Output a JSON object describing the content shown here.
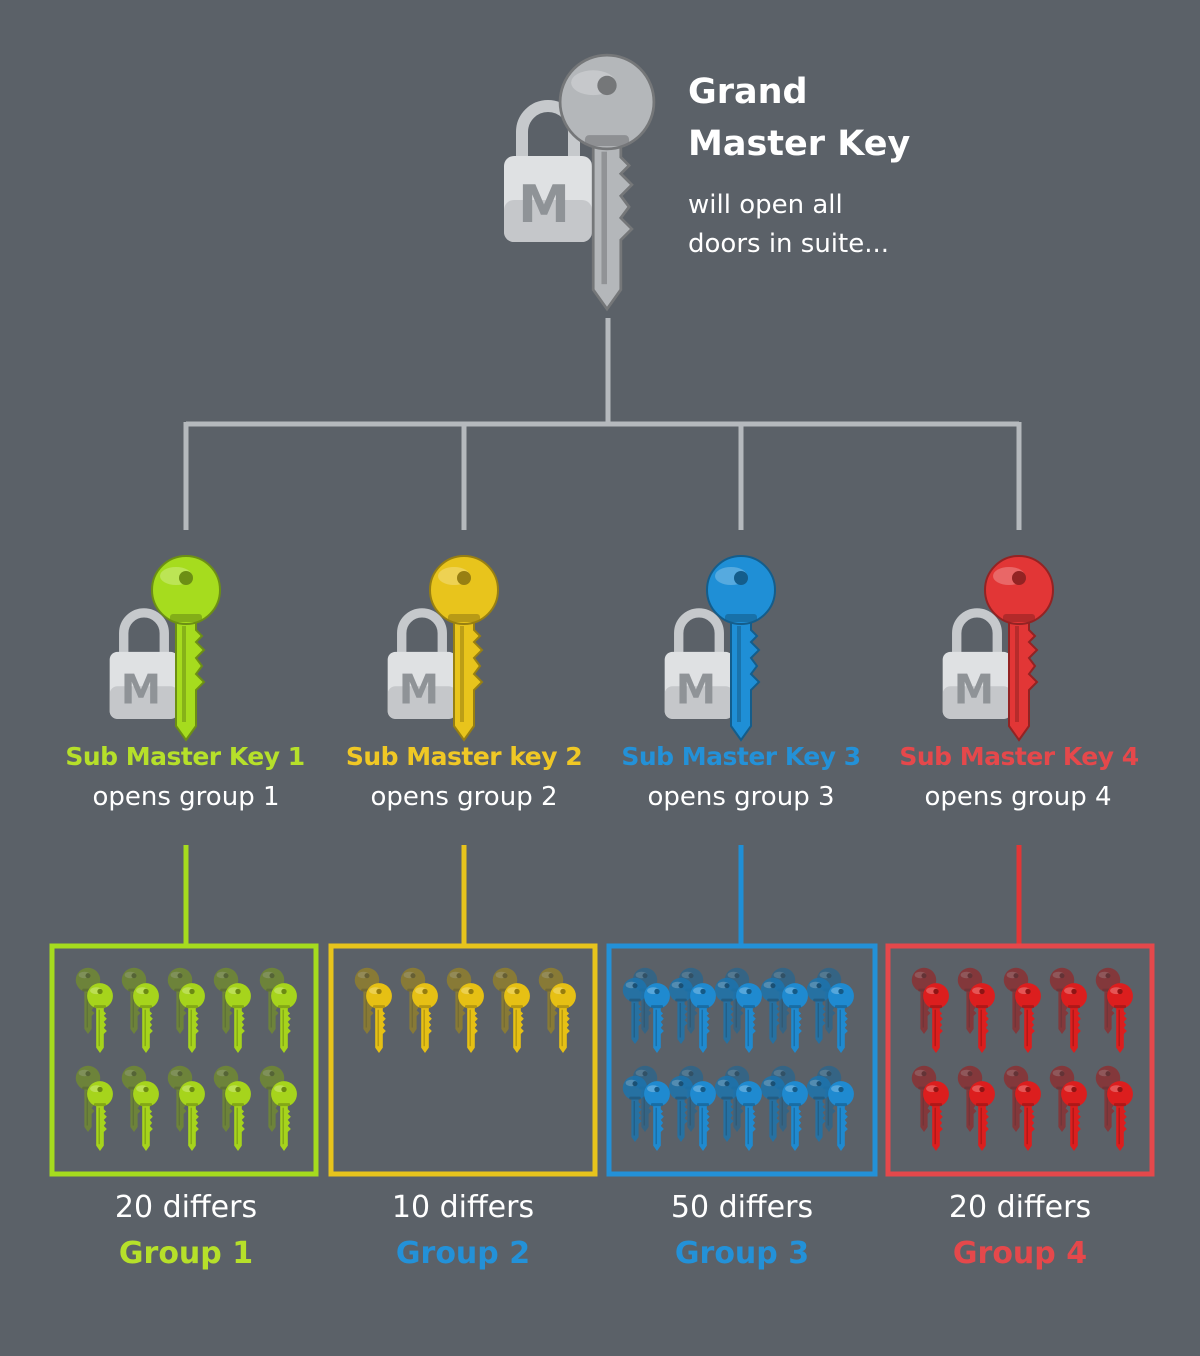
{
  "grand_master": {
    "title": "Grand\nMaster Key",
    "description": "will open all\ndoors in suite...",
    "color": "#b9bcbf",
    "lock_letter": "M"
  },
  "connector_color": "#b5b9bd",
  "sub_masters": [
    {
      "title": "Sub Master Key 1",
      "description": "opens group 1",
      "color": "#a6dc1e",
      "title_color": "#b6e02a",
      "lock_letter": "M"
    },
    {
      "title": "Sub Master key 2",
      "description": "opens group 2",
      "color": "#e8c41c",
      "title_color": "#f0c825",
      "lock_letter": "M"
    },
    {
      "title": "Sub Master Key 3",
      "description": "opens group 3",
      "color": "#1f8fd6",
      "title_color": "#2391d8",
      "lock_letter": "M"
    },
    {
      "title": "Sub Master Key 4",
      "description": "opens group 4",
      "color": "#e23636",
      "title_color": "#e5484b",
      "lock_letter": "M"
    }
  ],
  "groups": [
    {
      "count_label": "20 differs",
      "name": "Group 1",
      "name_color": "#b6e02a",
      "box_color": "#a6dc1e",
      "key_color": "#a6d41c",
      "key_rows": 2
    },
    {
      "count_label": "10 differs",
      "name": "Group 2",
      "name_color": "#2391d8",
      "box_color": "#e8c41c",
      "key_color": "#e6c014",
      "key_rows": 1
    },
    {
      "count_label": "50 differs",
      "name": "Group 3",
      "name_color": "#2391d8",
      "box_color": "#2391d8",
      "key_color": "#1f8ad0",
      "key_rows": 2
    },
    {
      "count_label": "20 differs",
      "name": "Group 4",
      "name_color": "#e5484b",
      "box_color": "#e5484b",
      "key_color": "#dc1e1e",
      "key_rows": 2
    }
  ]
}
